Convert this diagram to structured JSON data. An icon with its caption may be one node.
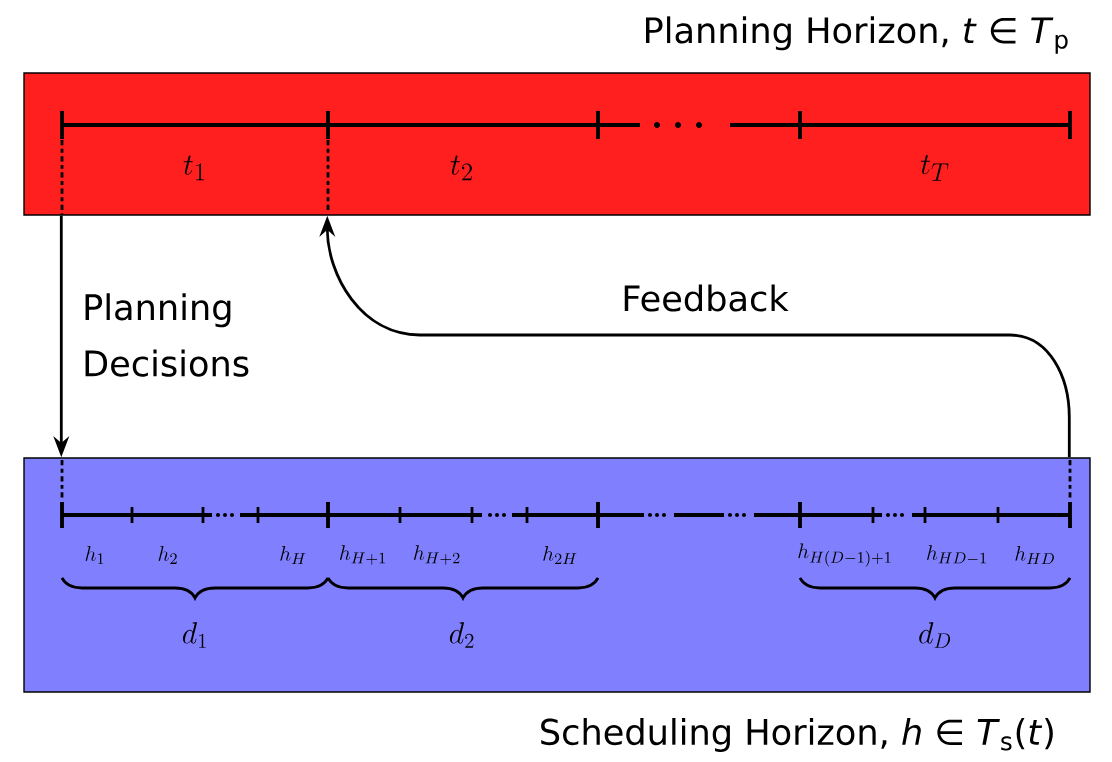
{
  "diagram": {
    "nodes": [
      {
        "text": [
          "Planning Horizon, *t* ∈ *T*$_{p}$"
        ]
      },
      {
        "text": [
          "Scheduling Horizon, *h* ∈ *T*$_{s}$(*t*)"
        ]
      }
    ],
    "edges": [
      {
        "from": 0,
        "to": 1,
        "arrow": "to",
        "label": "Planning Decisions"
      },
      {
        "from": 1,
        "to": 0,
        "arrow": "to",
        "label": "Feedback"
      }
    ],
    "labels": [
      "t_1",
      "t_2",
      "t_T",
      "h_1",
      "h_2",
      "h_H",
      "h_{H+1}",
      "h_{H+2}",
      "h_{2H}",
      "h_{H(D-1)+1}",
      "h_{HD-1}",
      "h_{HD}",
      "d_1",
      "d_2",
      "d_D"
    ]
  }
}
